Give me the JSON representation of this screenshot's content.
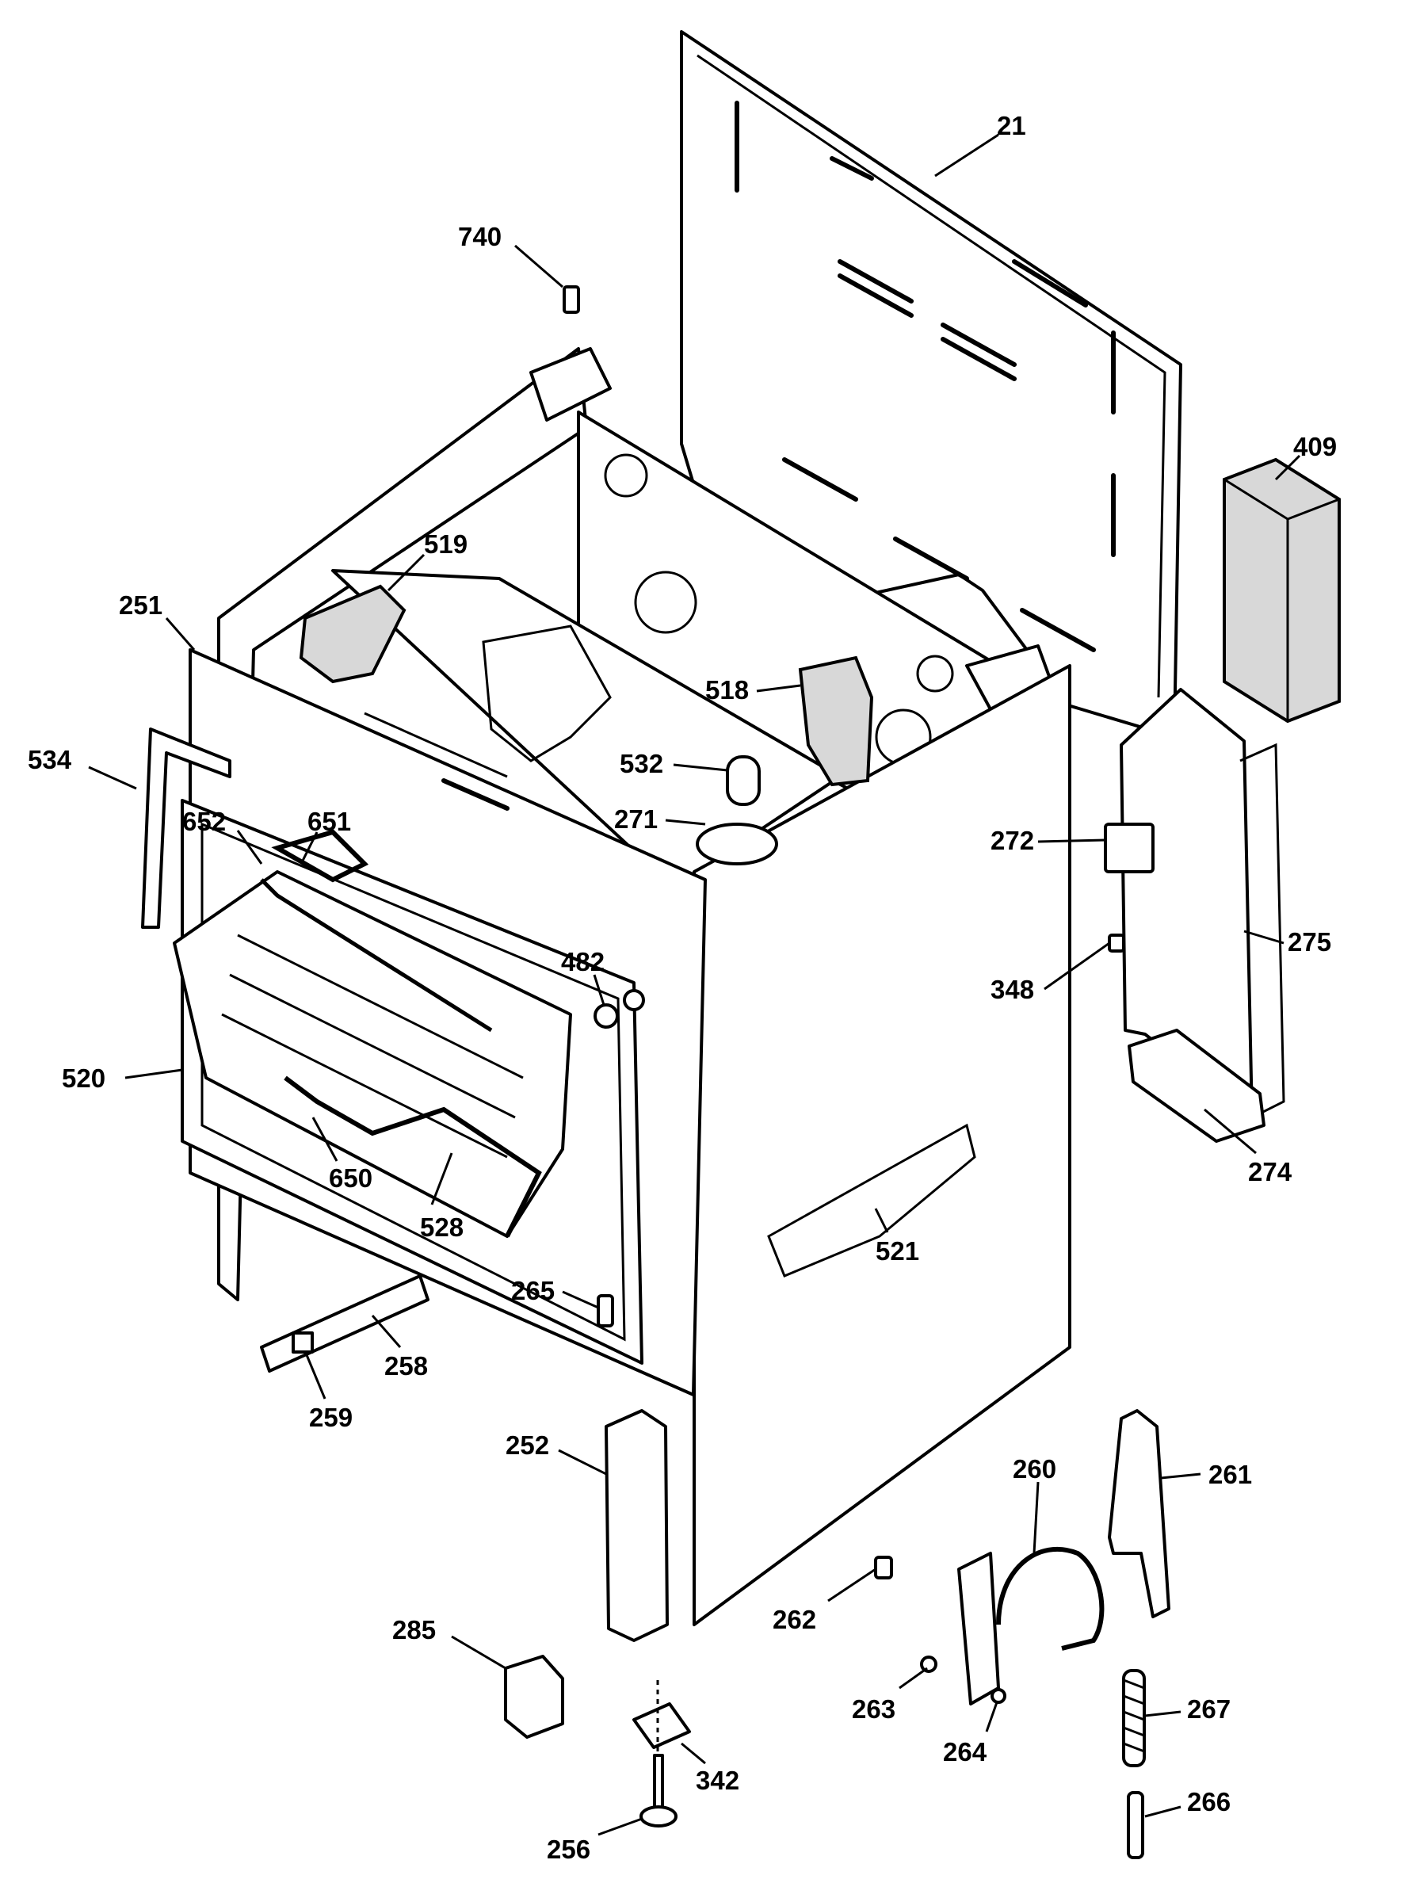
{
  "diagram": {
    "callouts": [
      {
        "id": "21",
        "label": "21"
      },
      {
        "id": "740",
        "label": "740"
      },
      {
        "id": "409",
        "label": "409"
      },
      {
        "id": "519",
        "label": "519"
      },
      {
        "id": "251",
        "label": "251"
      },
      {
        "id": "518",
        "label": "518"
      },
      {
        "id": "534",
        "label": "534"
      },
      {
        "id": "532",
        "label": "532"
      },
      {
        "id": "652",
        "label": "652"
      },
      {
        "id": "651",
        "label": "651"
      },
      {
        "id": "271",
        "label": "271"
      },
      {
        "id": "272",
        "label": "272"
      },
      {
        "id": "275",
        "label": "275"
      },
      {
        "id": "348",
        "label": "348"
      },
      {
        "id": "482",
        "label": "482"
      },
      {
        "id": "520",
        "label": "520"
      },
      {
        "id": "274",
        "label": "274"
      },
      {
        "id": "650",
        "label": "650"
      },
      {
        "id": "528",
        "label": "528"
      },
      {
        "id": "521",
        "label": "521"
      },
      {
        "id": "265",
        "label": "265"
      },
      {
        "id": "258",
        "label": "258"
      },
      {
        "id": "259",
        "label": "259"
      },
      {
        "id": "260",
        "label": "260"
      },
      {
        "id": "252",
        "label": "252"
      },
      {
        "id": "261",
        "label": "261"
      },
      {
        "id": "262",
        "label": "262"
      },
      {
        "id": "285",
        "label": "285"
      },
      {
        "id": "263",
        "label": "263"
      },
      {
        "id": "267",
        "label": "267"
      },
      {
        "id": "342",
        "label": "342"
      },
      {
        "id": "264",
        "label": "264"
      },
      {
        "id": "266",
        "label": "266"
      },
      {
        "id": "256",
        "label": "256"
      }
    ]
  }
}
